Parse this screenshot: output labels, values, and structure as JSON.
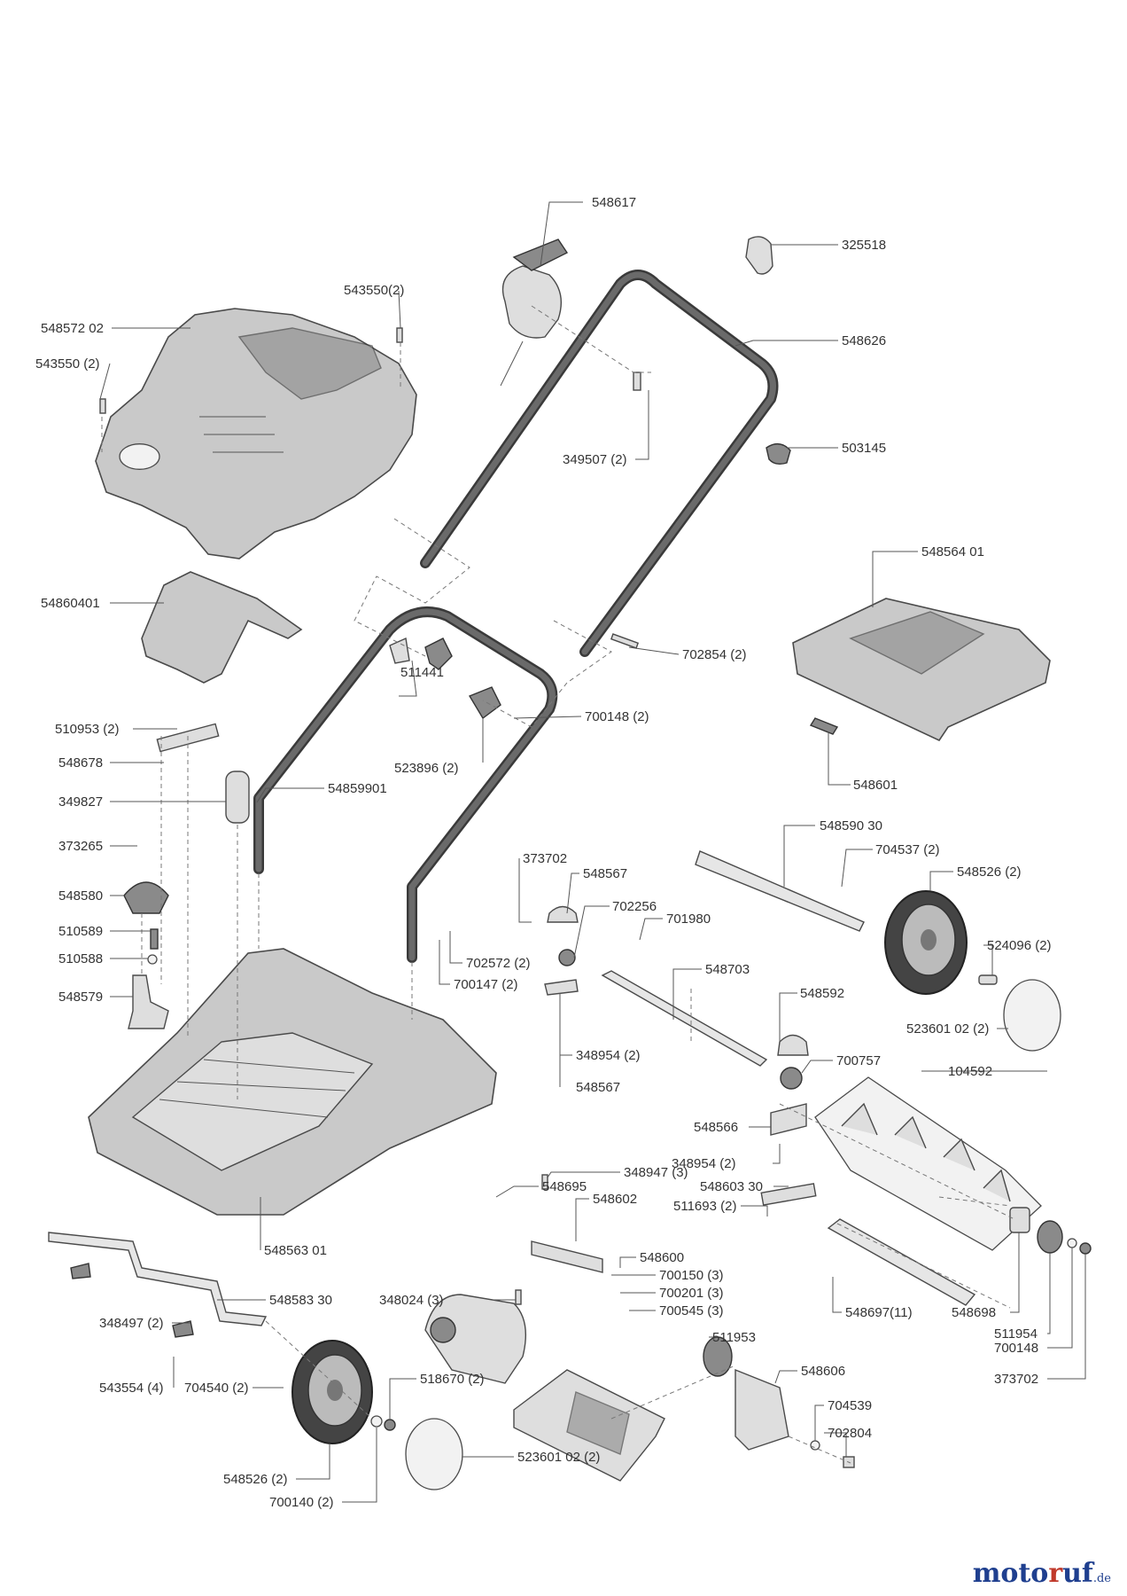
{
  "parts": [
    {
      "id": "p548617",
      "label": "548617"
    },
    {
      "id": "p325518",
      "label": "325518"
    },
    {
      "id": "p543550_2a",
      "label": "543550(2)"
    },
    {
      "id": "p548572_02",
      "label": "548572 02"
    },
    {
      "id": "p543550_2b",
      "label": "543550 (2)"
    },
    {
      "id": "p548626",
      "label": "548626"
    },
    {
      "id": "p349507",
      "label": "349507 (2)"
    },
    {
      "id": "p503145",
      "label": "503145"
    },
    {
      "id": "p548564_01",
      "label": "548564 01"
    },
    {
      "id": "p54860401",
      "label": "54860401"
    },
    {
      "id": "p702854",
      "label": "702854 (2)"
    },
    {
      "id": "p511441",
      "label": "511441"
    },
    {
      "id": "p700148_2",
      "label": "700148 (2)"
    },
    {
      "id": "p523896",
      "label": "523896 (2)"
    },
    {
      "id": "p510953",
      "label": "510953 (2)"
    },
    {
      "id": "p548678",
      "label": "548678"
    },
    {
      "id": "p548601",
      "label": "548601"
    },
    {
      "id": "p349827",
      "label": "349827"
    },
    {
      "id": "p54859901",
      "label": "54859901"
    },
    {
      "id": "p548590_30",
      "label": "548590 30"
    },
    {
      "id": "p373265",
      "label": "373265"
    },
    {
      "id": "p373702a",
      "label": "373702"
    },
    {
      "id": "p704537",
      "label": "704537 (2)"
    },
    {
      "id": "p548567a",
      "label": "548567"
    },
    {
      "id": "p548526a",
      "label": "548526 (2)"
    },
    {
      "id": "p548580",
      "label": "548580"
    },
    {
      "id": "p702256",
      "label": "702256"
    },
    {
      "id": "p701980",
      "label": "701980"
    },
    {
      "id": "p510589",
      "label": "510589"
    },
    {
      "id": "p524096",
      "label": "524096 (2)"
    },
    {
      "id": "p510588",
      "label": "510588"
    },
    {
      "id": "p702572",
      "label": "702572 (2)"
    },
    {
      "id": "p700147",
      "label": "700147 (2)"
    },
    {
      "id": "p548703",
      "label": "548703"
    },
    {
      "id": "p548592",
      "label": "548592"
    },
    {
      "id": "p548579",
      "label": "548579"
    },
    {
      "id": "p523601a",
      "label": "523601 02 (2)"
    },
    {
      "id": "p348954a",
      "label": "348954 (2)"
    },
    {
      "id": "p700757",
      "label": "700757"
    },
    {
      "id": "p548567b",
      "label": "548567"
    },
    {
      "id": "p104592",
      "label": "104592"
    },
    {
      "id": "p548566",
      "label": "548566"
    },
    {
      "id": "p348954b",
      "label": "348954 (2)"
    },
    {
      "id": "p348947",
      "label": "348947 (3)"
    },
    {
      "id": "p548695",
      "label": "548695"
    },
    {
      "id": "p548603_30",
      "label": "548603 30"
    },
    {
      "id": "p548602",
      "label": "548602"
    },
    {
      "id": "p511693",
      "label": "511693 (2)"
    },
    {
      "id": "p548563_01",
      "label": "548563 01"
    },
    {
      "id": "p548600",
      "label": "548600"
    },
    {
      "id": "p700150",
      "label": "700150 (3)"
    },
    {
      "id": "p700201",
      "label": "700201 (3)"
    },
    {
      "id": "p548583_30",
      "label": "548583 30"
    },
    {
      "id": "p348024",
      "label": "348024 (3)"
    },
    {
      "id": "p700545",
      "label": "700545 (3)"
    },
    {
      "id": "p548697",
      "label": "548697(11)"
    },
    {
      "id": "p548698",
      "label": "548698"
    },
    {
      "id": "p348497",
      "label": "348497 (2)"
    },
    {
      "id": "p511953",
      "label": "511953"
    },
    {
      "id": "p511954",
      "label": "511954"
    },
    {
      "id": "p700148b",
      "label": "700148"
    },
    {
      "id": "p548606",
      "label": "548606"
    },
    {
      "id": "p373702b",
      "label": "373702"
    },
    {
      "id": "p543554",
      "label": "543554 (4)"
    },
    {
      "id": "p704540",
      "label": "704540 (2)"
    },
    {
      "id": "p518670",
      "label": "518670 (2)"
    },
    {
      "id": "p704539",
      "label": "704539"
    },
    {
      "id": "p702804",
      "label": "702804"
    },
    {
      "id": "p523601b",
      "label": "523601 02 (2)"
    },
    {
      "id": "p548526b",
      "label": "548526 (2)"
    },
    {
      "id": "p700140",
      "label": "700140 (2)"
    }
  ],
  "watermark": {
    "prefix": "moto",
    "highlight": "r",
    "suffix": "uf",
    "tld": ".de"
  }
}
